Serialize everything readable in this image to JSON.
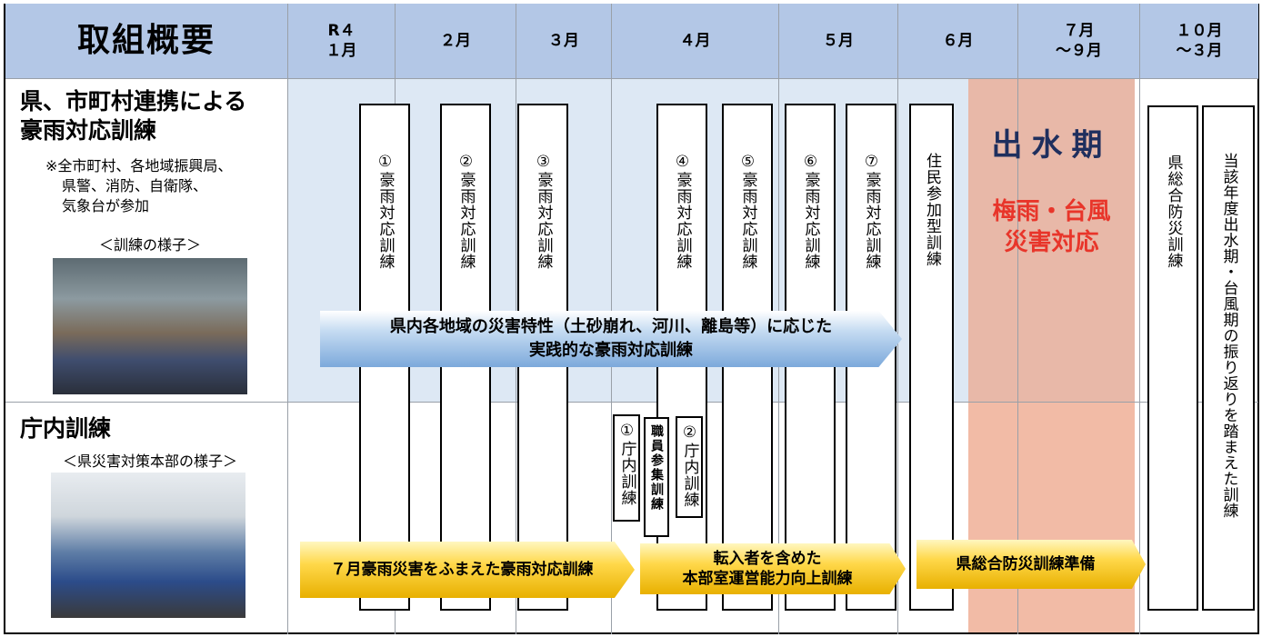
{
  "header": {
    "title": "取組概要",
    "months": [
      "R４\n１月",
      "２月",
      "３月",
      "４月",
      "５月",
      "６月",
      "７月\n～９月",
      "１０月\n～３月"
    ]
  },
  "row1": {
    "title_line1": "県、市町村連携による",
    "title_line2": "豪雨対応訓練",
    "note_line1": "※全市町村、各地域振興局、",
    "note_line2": "県警、消防、自衛隊、",
    "note_line3": "気象台が参加",
    "photo_caption": "＜訓練の様子＞"
  },
  "row2": {
    "title": "庁内訓練",
    "photo_caption": "＜県災害対策本部の様子＞"
  },
  "bars": {
    "b1": "①豪雨対応訓練",
    "b2": "②豪雨対応訓練",
    "b3": "③豪雨対応訓練",
    "b4": "④豪雨対応訓練",
    "b5": "⑤豪雨対応訓練",
    "b6": "⑥豪雨対応訓練",
    "b7": "⑦豪雨対応訓練",
    "resident": "住民参加型訓練",
    "pref_disaster": "県総合防災訓練",
    "review": "当該年度出水期・台風期の振り返りを踏まえた訓練"
  },
  "internal": {
    "c1": "①庁内訓練",
    "staff": "職員参集訓練",
    "c2": "②庁内訓練"
  },
  "flood_period": {
    "title": "出水期",
    "sub_line1": "梅雨・台風",
    "sub_line2": "災害対応"
  },
  "arrows": {
    "blue_line1": "県内各地域の災害特性（土砂崩れ、河川、離島等）に応じた",
    "blue_line2": "実践的な豪雨対応訓練",
    "gold1": "７月豪雨災害をふまえた豪雨対応訓練",
    "gold2_line1": "転入者を含めた",
    "gold2_line2": "本部室運営能力向上訓練",
    "gold3": "県総合防災訓練準備"
  },
  "colors": {
    "header_bg": "#b3c7e6",
    "row1_bg": "#dde8f4",
    "flood_band": "#e8b3a0",
    "flood_title": "#1f2f5e",
    "flood_sub": "#e8352a"
  }
}
